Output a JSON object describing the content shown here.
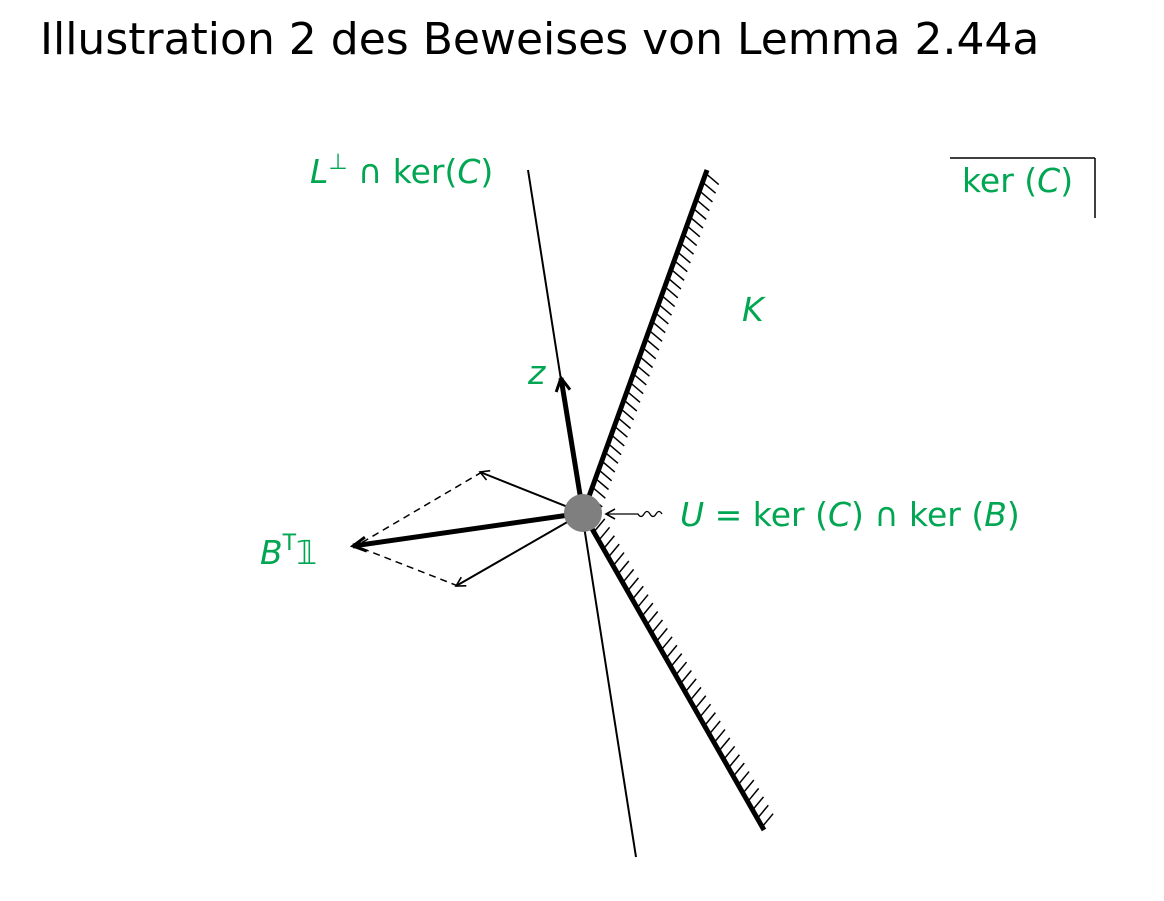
{
  "title": "Illustration 2 des Beweises von Lemma 2.44a",
  "colors": {
    "label": "#00a651",
    "point": "#7f7f7f",
    "line": "#000000"
  },
  "labels": {
    "l_perp_prefix": "L",
    "l_perp_sup": "⊥",
    "l_perp_suffix": " ∩ ker(",
    "l_perp_c": "C",
    "l_perp_close": ")",
    "box_prefix": "ker (",
    "box_c": "C",
    "box_close": ")",
    "k": "K",
    "z": "z",
    "u_var": "U",
    "u_mid": " = ker (",
    "u_c": "C",
    "u_mid2": ") ∩ ker (",
    "u_b": "B",
    "u_close": ")",
    "bt_b": "B",
    "bt_sup": "T",
    "bt_one": "𝟙"
  }
}
